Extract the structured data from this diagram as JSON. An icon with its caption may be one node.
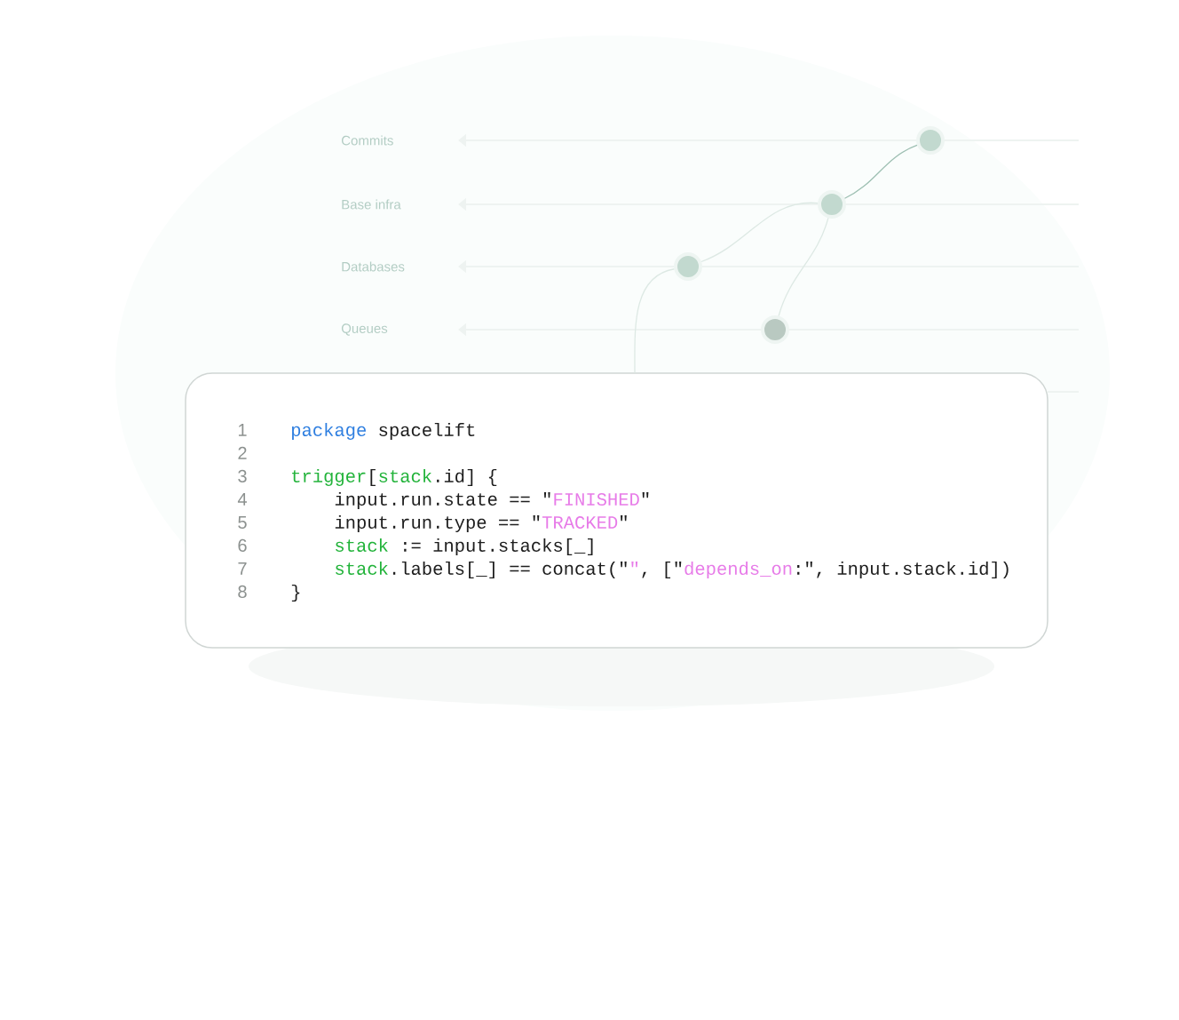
{
  "diagram": {
    "nodes": [
      {
        "text": [],
        "shape": "circle"
      },
      {
        "text": [],
        "shape": "circle"
      },
      {
        "text": [],
        "shape": "circle"
      },
      {
        "text": [],
        "shape": "circle"
      },
      {
        "text": [
          "package",
          "spacelift",
          "trigger",
          "[",
          "stack",
          ".id] {",
          "input.run.state == \"",
          "FINISHED",
          "\"",
          "input.run.type == \"",
          "TRACKED",
          "\"",
          "stack",
          ":= input.stacks[_]",
          "stack",
          ".labels[_] == concat(\"",
          "\"",
          ", [\"",
          "depends_on",
          ":\", input.stack.id])",
          "}"
        ]
      }
    ],
    "edges": [
      {
        "from": 0,
        "to": 1,
        "arrow": "none",
        "color": "#9dbfb2"
      },
      {
        "from": 1,
        "to": 2,
        "arrow": "none"
      },
      {
        "from": 1,
        "to": 3,
        "arrow": "none"
      },
      {
        "from": 2,
        "to": 4,
        "arrow": "none"
      }
    ],
    "labels": [
      "Commits",
      "Base infra",
      "Databases",
      "Queues",
      "1",
      "2",
      "3",
      "4",
      "5",
      "6",
      "7",
      "8"
    ]
  }
}
